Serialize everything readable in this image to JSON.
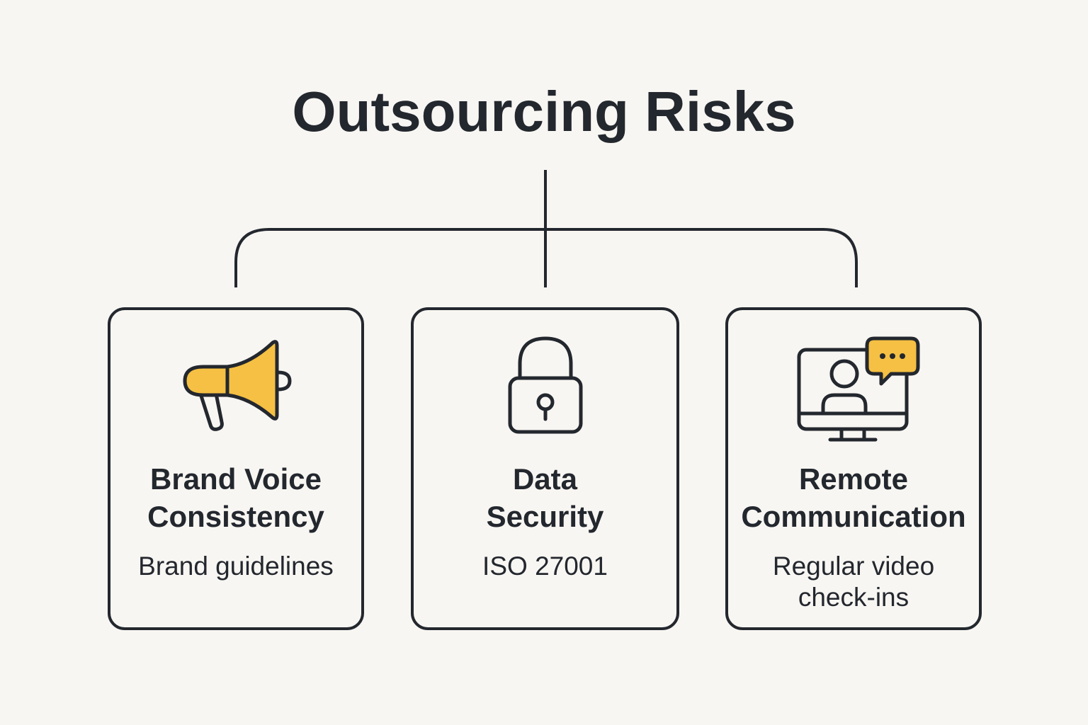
{
  "title": "Outsourcing Risks",
  "colors": {
    "background": "#f8f6f2",
    "ink": "#23272e",
    "accent": "#f5c043"
  },
  "cards": [
    {
      "icon": "megaphone-icon",
      "title_lines": [
        "Brand Voice",
        "Consistency"
      ],
      "desc_lines": [
        "Brand guidelines"
      ]
    },
    {
      "icon": "lock-icon",
      "title_lines": [
        "Data",
        "Security"
      ],
      "desc_lines": [
        "ISO 27001"
      ]
    },
    {
      "icon": "video-call-icon",
      "title_lines": [
        "Remote",
        "Communication"
      ],
      "desc_lines": [
        "Regular video",
        "check-ins"
      ]
    }
  ]
}
